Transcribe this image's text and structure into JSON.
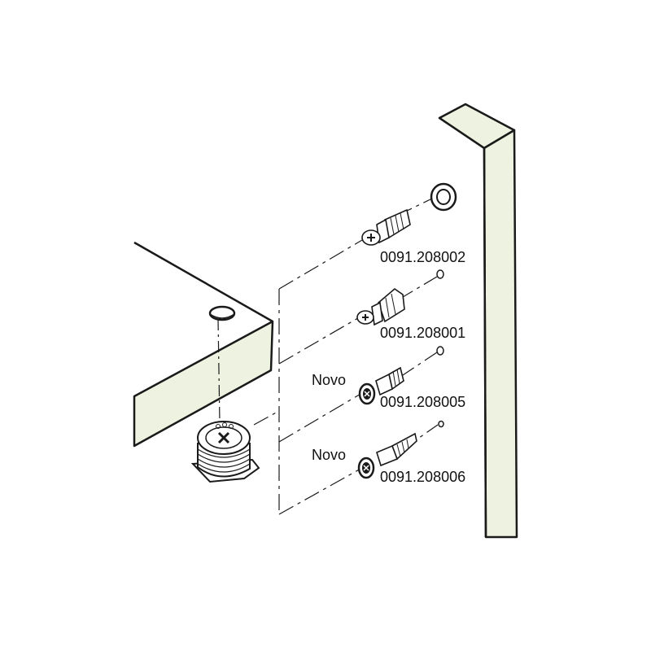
{
  "parts": [
    {
      "code": "0091.208002",
      "badge": ""
    },
    {
      "code": "0091.208001",
      "badge": ""
    },
    {
      "code": "0091.208005",
      "badge": "Novo"
    },
    {
      "code": "0091.208006",
      "badge": "Novo"
    }
  ],
  "colors": {
    "panel_fill": "#eef3e1",
    "line": "#1a1a1a",
    "background": "#ffffff"
  }
}
